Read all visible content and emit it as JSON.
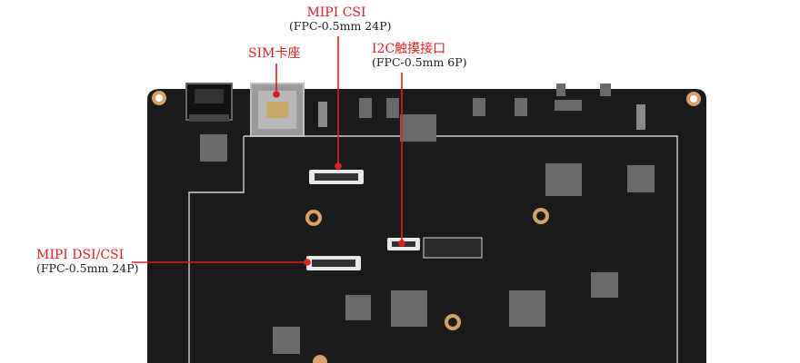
{
  "colors": {
    "callout": "#e02020",
    "board": "#1b1b1b",
    "silkscreen": "#d9d9d9",
    "copper": "#d9a066"
  },
  "callouts": {
    "mipi_csi": {
      "title": "MIPI CSI",
      "spec": "(FPC-0.5mm 24P)"
    },
    "sim": {
      "title": "SIM卡座"
    },
    "i2c": {
      "title": "I2C触摸接口",
      "spec": "(FPC-0.5mm 6P)"
    },
    "mipi_dsi": {
      "title": "MIPI DSI/CSI",
      "spec": "(FPC-0.5mm 24P)"
    }
  }
}
